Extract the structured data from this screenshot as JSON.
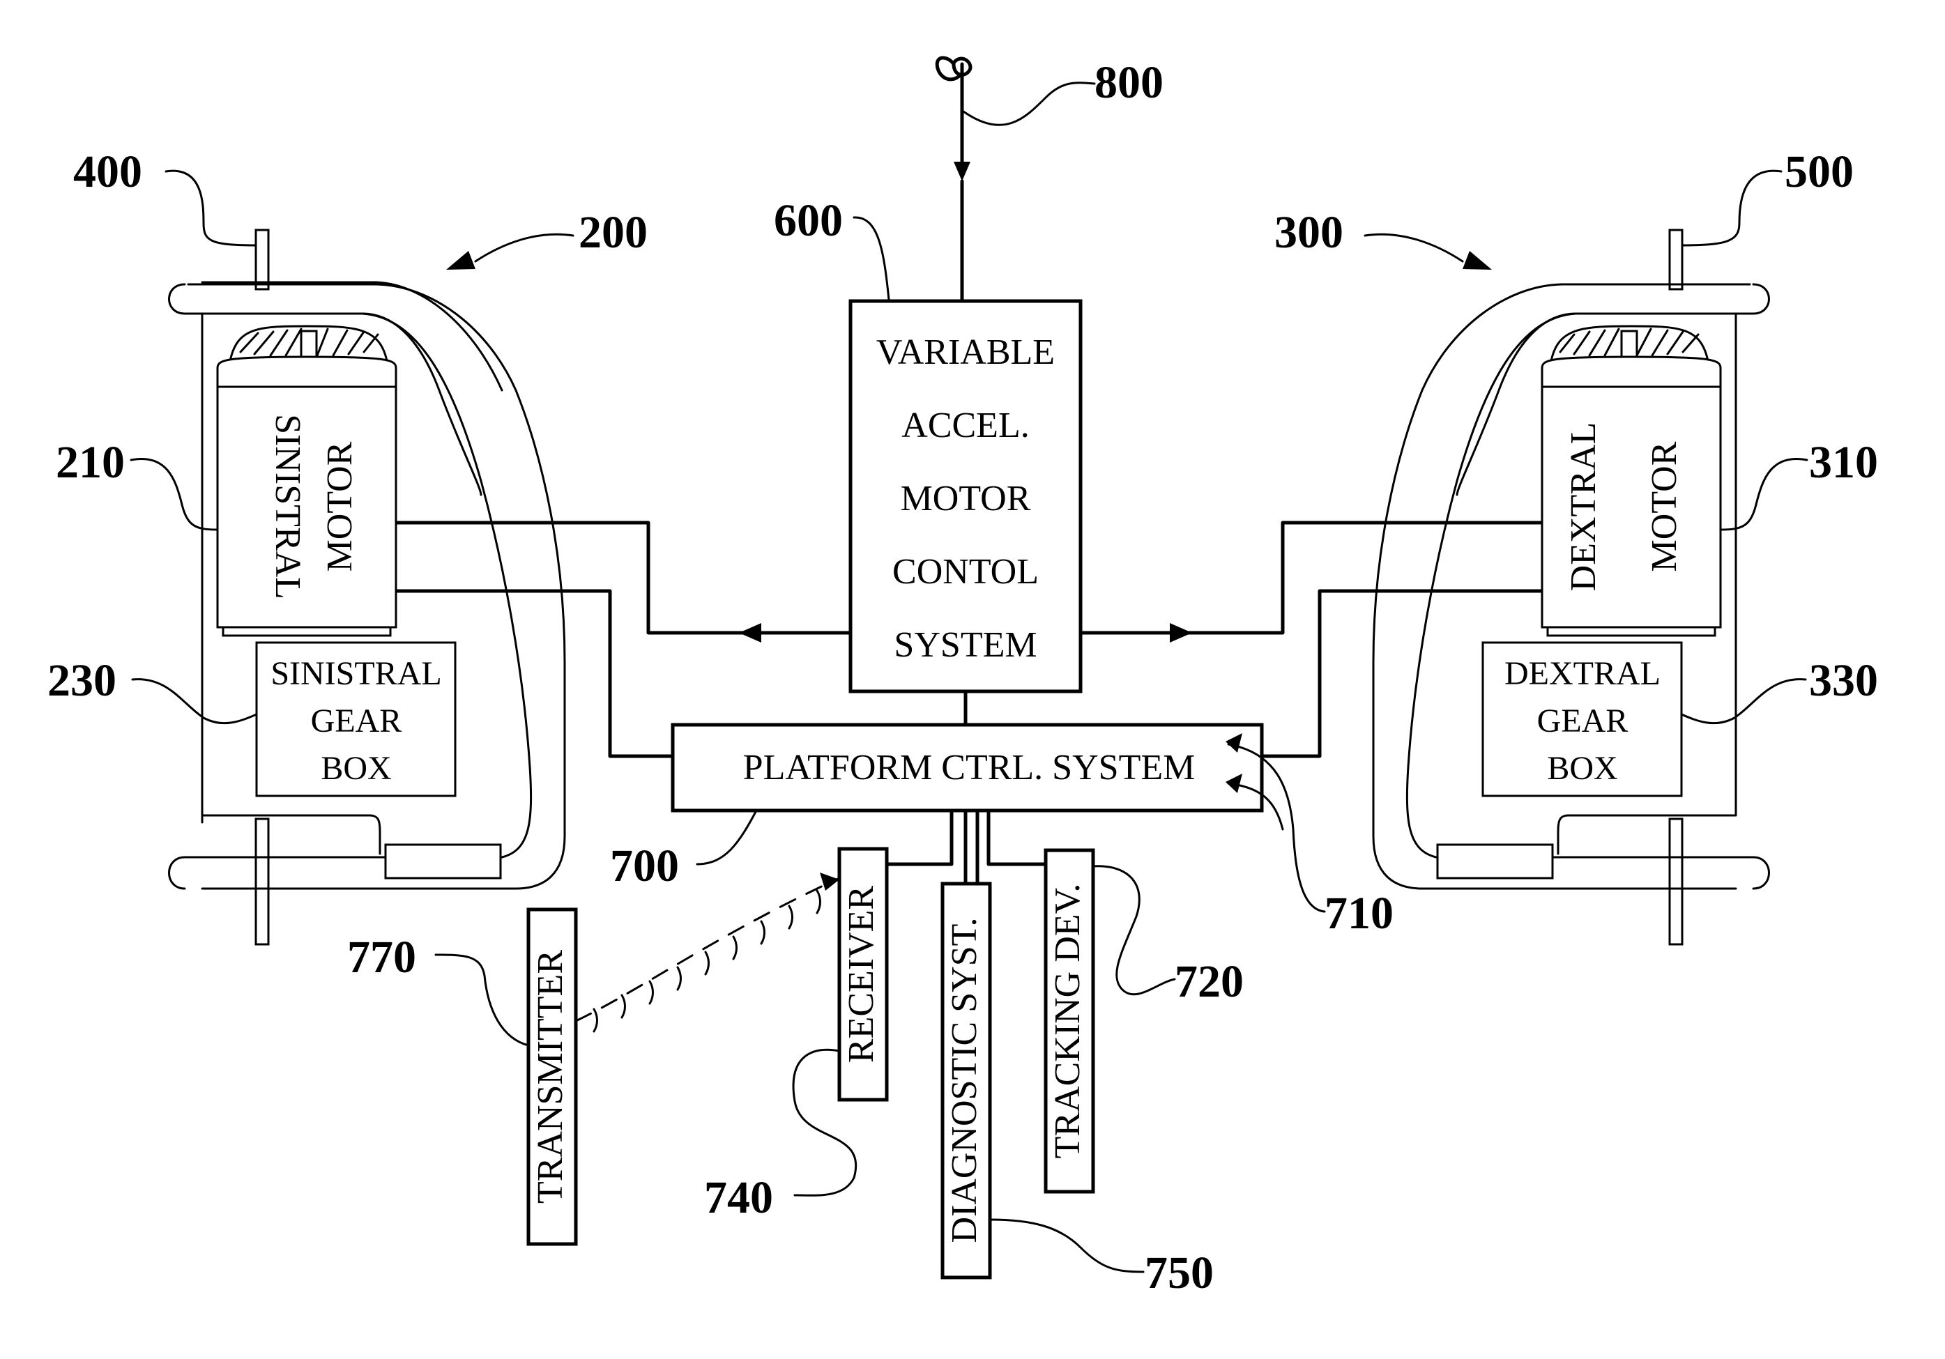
{
  "refs": {
    "r800": "800",
    "r600": "600",
    "r400": "400",
    "r500": "500",
    "r200": "200",
    "r300": "300",
    "r210": "210",
    "r310": "310",
    "r230": "230",
    "r330": "330",
    "r700": "700",
    "r710": "710",
    "r720": "720",
    "r740": "740",
    "r750": "750",
    "r770": "770"
  },
  "control_box": {
    "line1": "VARIABLE",
    "line2": "ACCEL.",
    "line3": "MOTOR",
    "line4": "CONTOL",
    "line5": "SYSTEM"
  },
  "platform_box": {
    "label": "PLATFORM CTRL. SYSTEM"
  },
  "left_motor": {
    "word1": "SINISTRAL",
    "word2": "MOTOR"
  },
  "right_motor": {
    "word1": "DEXTRAL",
    "word2": "MOTOR"
  },
  "left_gearbox": {
    "line1": "SINISTRAL",
    "line2": "GEAR",
    "line3": "BOX"
  },
  "right_gearbox": {
    "line1": "DEXTRAL",
    "line2": "GEAR",
    "line3": "BOX"
  },
  "peripherals": {
    "receiver": "RECEIVER",
    "diagnostic": "DIAGNOSTIC SYST.",
    "tracking": "TRACKING DEV.",
    "transmitter": "TRANSMITTER"
  }
}
